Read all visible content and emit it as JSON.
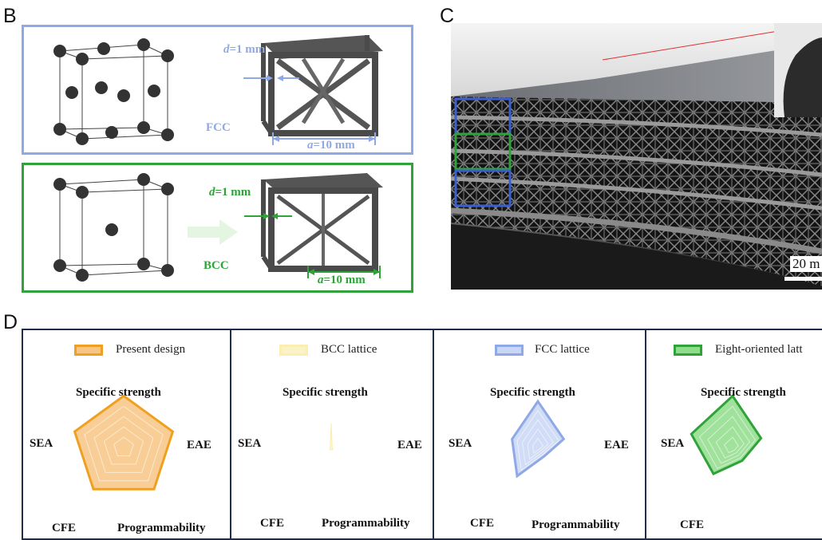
{
  "panels": {
    "b_letter": "B",
    "c_letter": "C",
    "d_letter": "D"
  },
  "fcc": {
    "name": "FCC",
    "d_label": "d=1 mm",
    "a_label": "a=10 mm",
    "d_var": "d",
    "d_rest": "=1 mm",
    "a_var": "a",
    "a_rest": "=10 mm",
    "color": "#8fa8e6"
  },
  "bcc": {
    "name": "BCC",
    "d_var": "d",
    "d_rest": "=1 mm",
    "a_var": "a",
    "a_rest": "=10 mm",
    "color": "#2fa33a"
  },
  "photo": {
    "scale_text": "20 m"
  },
  "radar": {
    "axes": [
      "Specific strength",
      "EAE",
      "Programmability",
      "CFE",
      "SEA"
    ],
    "panels": [
      {
        "legend": "Present design",
        "stroke": "#f0a020",
        "fill": "#f7c684",
        "values": [
          0.95,
          0.95,
          0.95,
          0.95,
          0.95
        ],
        "inner_rings": true
      },
      {
        "legend": "BCC lattice",
        "stroke": "#fbeeb0",
        "fill": "#fbf3c8",
        "values": [
          0.45,
          0.02,
          0.05,
          0.05,
          0.02
        ],
        "inner_rings": false
      },
      {
        "legend": "FCC lattice",
        "stroke": "#8fa8e6",
        "fill": "#c9d6f5",
        "values": [
          0.85,
          0.5,
          0.2,
          0.65,
          0.5
        ],
        "inner_rings": true
      },
      {
        "legend": "Eight-oriented latt",
        "stroke": "#2fa33a",
        "fill": "#8fdc8a",
        "values": [
          0.95,
          0.55,
          0.3,
          0.6,
          0.8
        ],
        "inner_rings": true
      }
    ]
  }
}
